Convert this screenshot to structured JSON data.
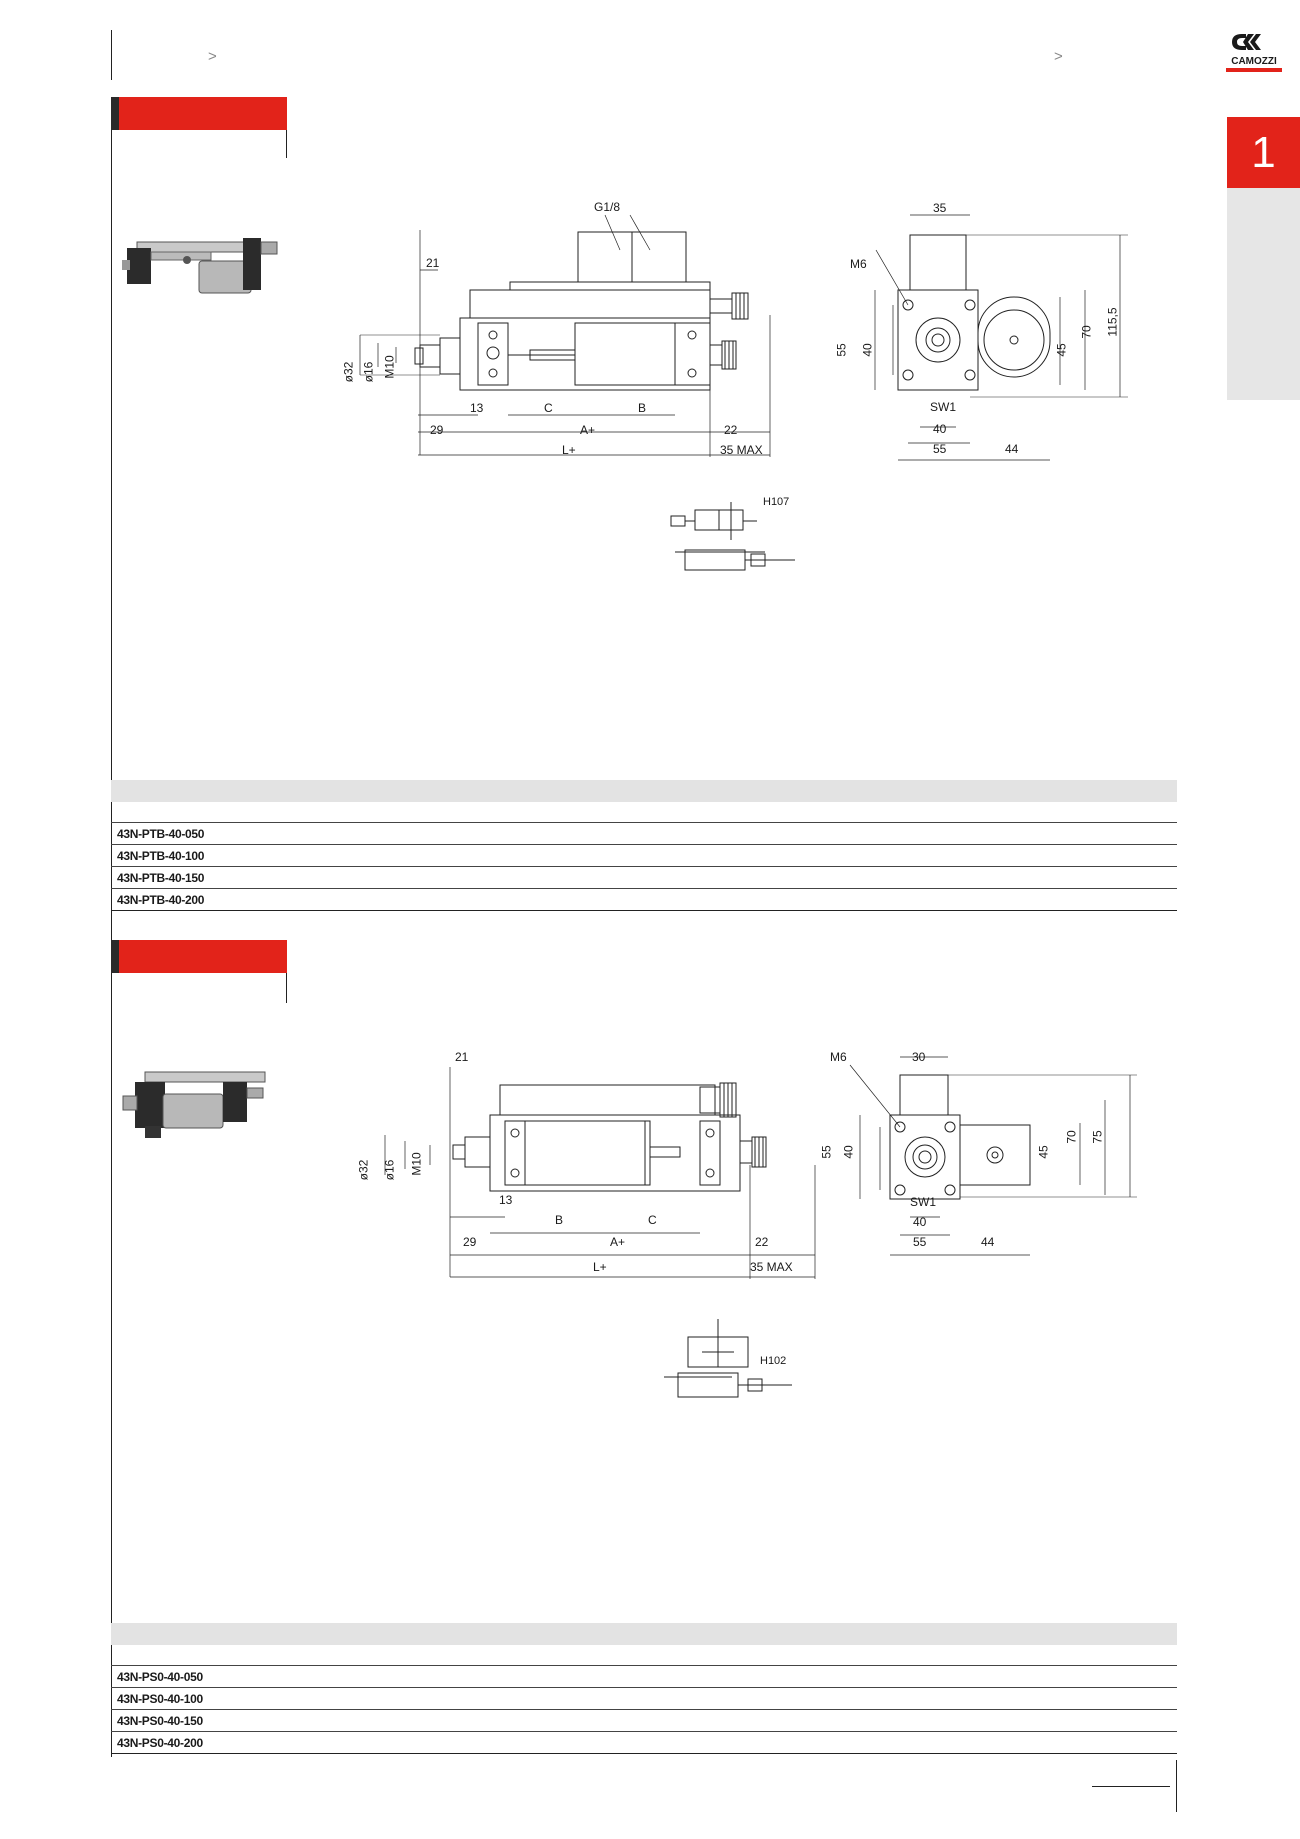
{
  "header": {
    "chevron_left": ">",
    "chevron_right": ">",
    "brand": "CAMOZZI"
  },
  "side_tab": {
    "number": "1"
  },
  "section1": {
    "table_rows": [
      "43N-PTB-40-050",
      "43N-PTB-40-100",
      "43N-PTB-40-150",
      "43N-PTB-40-200"
    ],
    "drawing": {
      "labels": [
        "G1/8",
        "21",
        "35",
        "M6",
        "115,5",
        "55",
        "40",
        "45",
        "70",
        "ø32",
        "ø16",
        "M10",
        "13",
        "C",
        "B",
        "A+",
        "29",
        "22",
        "L+",
        "35 MAX",
        "SW1",
        "40",
        "55",
        "44"
      ],
      "symbol_label": "H107"
    }
  },
  "section2": {
    "table_rows": [
      "43N-PS0-40-050",
      "43N-PS0-40-100",
      "43N-PS0-40-150",
      "43N-PS0-40-200"
    ],
    "drawing": {
      "labels": [
        "21",
        "30",
        "M6",
        "ø32",
        "ø16",
        "M10",
        "55",
        "40",
        "70",
        "75",
        "45",
        "13",
        "B",
        "C",
        "A+",
        "29",
        "22",
        "L+",
        "35 MAX",
        "SW1",
        "40",
        "55",
        "44"
      ],
      "symbol_label": "H102"
    }
  }
}
